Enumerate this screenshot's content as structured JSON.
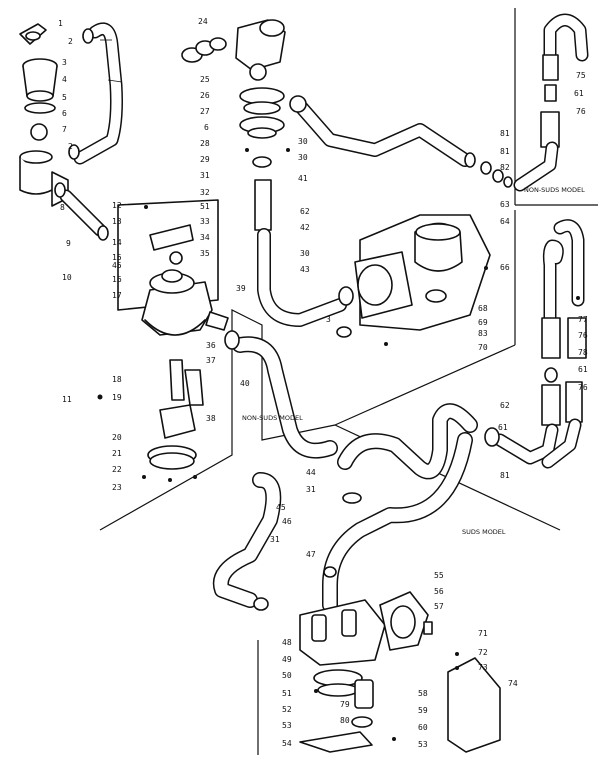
{
  "labels": {
    "non_suds_model_top": "NON-SUDS MODEL",
    "non_suds_model_center": "NON-SUDS MODEL",
    "suds_model": "SUDS MODEL"
  },
  "callouts": [
    "1",
    "2",
    "3",
    "4",
    "5",
    "6",
    "7",
    "2",
    "8",
    "9",
    "10",
    "11",
    "12",
    "13",
    "14",
    "15",
    "16",
    "17",
    "45",
    "18",
    "19",
    "20",
    "21",
    "22",
    "23",
    "51",
    "33",
    "34",
    "35",
    "36",
    "37",
    "38",
    "39",
    "40",
    "24",
    "25",
    "26",
    "27",
    "6",
    "28",
    "29",
    "30",
    "31",
    "30",
    "32",
    "41",
    "81",
    "81",
    "82",
    "63",
    "62",
    "64",
    "42",
    "30",
    "43",
    "3",
    "68",
    "69",
    "83",
    "70",
    "66",
    "75",
    "61",
    "76",
    "77",
    "76",
    "78",
    "61",
    "76",
    "62",
    "61",
    "81",
    "44",
    "31",
    "45",
    "46",
    "31",
    "47",
    "55",
    "56",
    "57",
    "48",
    "49",
    "50",
    "51",
    "52",
    "53",
    "54",
    "79",
    "80",
    "58",
    "59",
    "60",
    "53",
    "71",
    "72",
    "73",
    "74"
  ],
  "colors": {
    "ink": "#111111",
    "paper": "#ffffff"
  }
}
